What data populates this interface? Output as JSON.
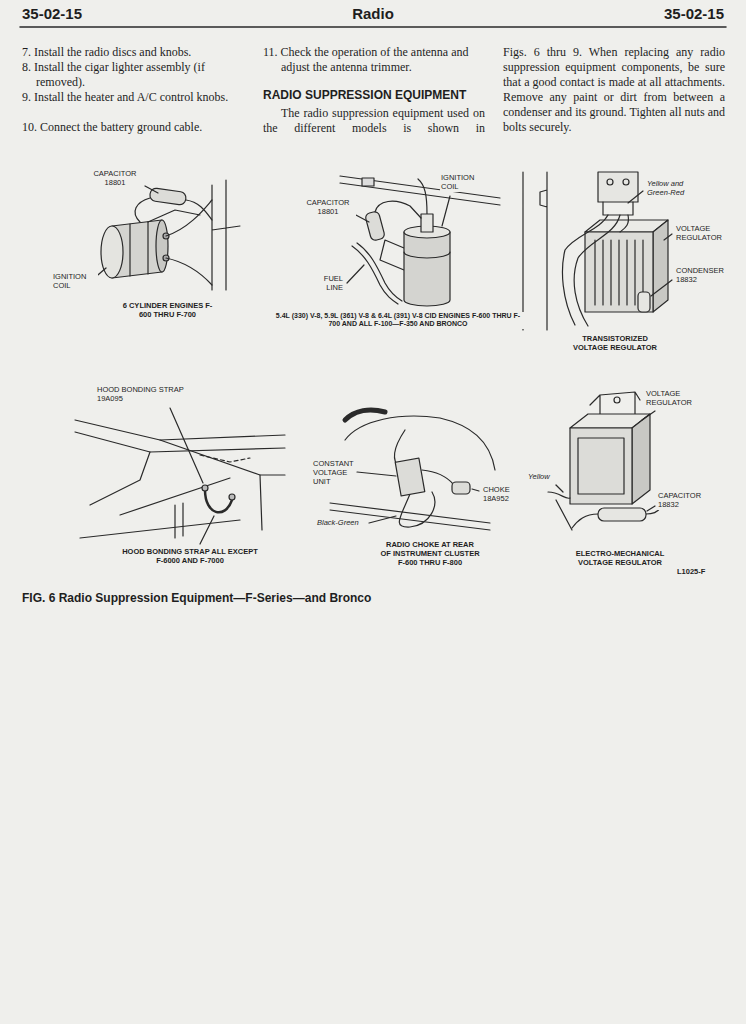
{
  "diagram": {
    "title": "Radio",
    "caption": "FIG. 6 Radio Suppression Equipment—F-Series—and Bronco",
    "labels": [
      "35-02-15",
      "35-02-15",
      "7. Install the radio discs and knobs.",
      "8. Install the cigar lighter assembly (if removed).",
      "9. Install the heater and A/C control knobs.",
      "10. Connect the battery ground cable.",
      "11. Check the operation of the antenna and adjust the antenna trimmer.",
      "RADIO SUPPRESSION EQUIPMENT",
      "The radio suppression equipment used on the different models is shown in",
      "Figs. 6 thru 9. When replacing any radio suppression equipment components, be sure that a good contact is made at all attachments. Remove any paint or dirt from between a condenser and its ground. Tighten all nuts and bolts securely.",
      "CAPACITOR 18801",
      "IGNITION COIL",
      "6 CYLINDER ENGINES F-600 THRU F-700",
      "CAPACITOR 18801",
      "IGNITION COIL",
      "FUEL LINE",
      "5.4L (330) V-8, 5.9L (361) V-8 & 6.4L (391) V-8 CID ENGINES F-600 THRU F-700 AND ALL F-100—F-350 AND BRONCO",
      "Yellow and Green-Red",
      "VOLTAGE REGULATOR",
      "CONDENSER 18832",
      "TRANSISTORIZED VOLTAGE REGULATOR",
      "HOOD BONDING STRAP 19A095",
      "HOOD BONDING STRAP ALL EXCEPT F-6000 AND F-7000",
      "CONSTANT VOLTAGE UNIT",
      "Black-Green",
      "CHOKE 18A952",
      "RADIO CHOKE AT REAR OF INSTRUMENT CLUSTER F-600 THRU F-800",
      "VOLTAGE REGULATOR",
      "Yellow",
      "CAPACITOR 18832",
      "ELECTRO-MECHANICAL VOLTAGE REGULATOR",
      "L1025-F"
    ]
  }
}
